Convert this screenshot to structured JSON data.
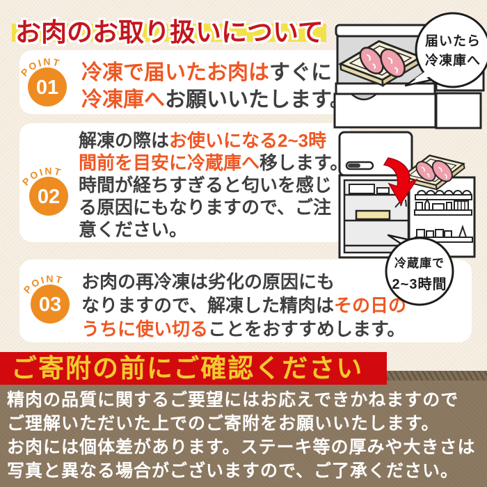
{
  "title": {
    "text": "お肉のお取り扱いについて",
    "text_color": "#c3161d",
    "highlight_color": "#f2e149"
  },
  "points": [
    {
      "badge_word": "POINT",
      "number": "01",
      "lines": [
        [
          {
            "t": "冷凍で届いたお肉は",
            "s": "accent"
          },
          {
            "t": "すぐに",
            "s": "dark"
          }
        ],
        [
          {
            "t": "冷凍庫へ",
            "s": "accent"
          },
          {
            "t": "お願いいたします。",
            "s": "dark"
          }
        ]
      ]
    },
    {
      "badge_word": "POINT",
      "number": "02",
      "lines": [
        [
          {
            "t": "解凍の際は",
            "s": "dark"
          },
          {
            "t": "お使いになる2~3時",
            "s": "accent"
          }
        ],
        [
          {
            "t": "間前を目安に冷蔵庫へ",
            "s": "accent"
          },
          {
            "t": "移します。",
            "s": "dark"
          }
        ],
        [
          {
            "t": "時間が経ちすぎると匂いを感じ",
            "s": "dark"
          }
        ],
        [
          {
            "t": "る原因にもなりますので、ご注",
            "s": "dark"
          }
        ],
        [
          {
            "t": "意ください。",
            "s": "dark"
          }
        ]
      ]
    },
    {
      "badge_word": "POINT",
      "number": "03",
      "lines": [
        [
          {
            "t": "お肉の再冷凍は劣化の原因にも",
            "s": "dark"
          }
        ],
        [
          {
            "t": "なりますので、解凍した精肉は",
            "s": "dark"
          },
          {
            "t": "その日の",
            "s": "accent"
          }
        ],
        [
          {
            "t": "うちに使い切る",
            "s": "accent"
          },
          {
            "t": "ことをおすすめします。",
            "s": "dark"
          }
        ]
      ]
    }
  ],
  "bubbles": {
    "freezer": {
      "line1": "届いたら",
      "line2": "冷凍庫へ"
    },
    "fridge": {
      "line1": "冷蔵庫で",
      "line2": "2~3時間"
    }
  },
  "illustrations": {
    "freezer": "freezer-drawer-open-with-meat-tray",
    "fridge": "refrigerator-open-door-with-meat-tray-and-red-arrow"
  },
  "notice": {
    "banner": "ご寄附の前にご確認ください",
    "banner_bg": "#d20a0d",
    "banner_text_color": "#f2ca2e",
    "body_bg": "#8c7962",
    "lines": [
      "精肉の品質に関するご要望にはお応えできかねますので",
      "ご理解いただいた上でのご寄附をお願いいたします。",
      "お肉には個体差があります。ステーキ等の厚みや大きさは",
      "写真と異なる場合がございますので、ご了承ください。"
    ]
  },
  "colors": {
    "accent_text": "#ef5722",
    "dark_text": "#3f3f3f",
    "badge_orange": "#ee8c21",
    "meat_pink": "#efa0ac",
    "tray_cream": "#f4ecd2",
    "arrow_red": "#e8000d",
    "background_cream": "#f7f0e4"
  }
}
